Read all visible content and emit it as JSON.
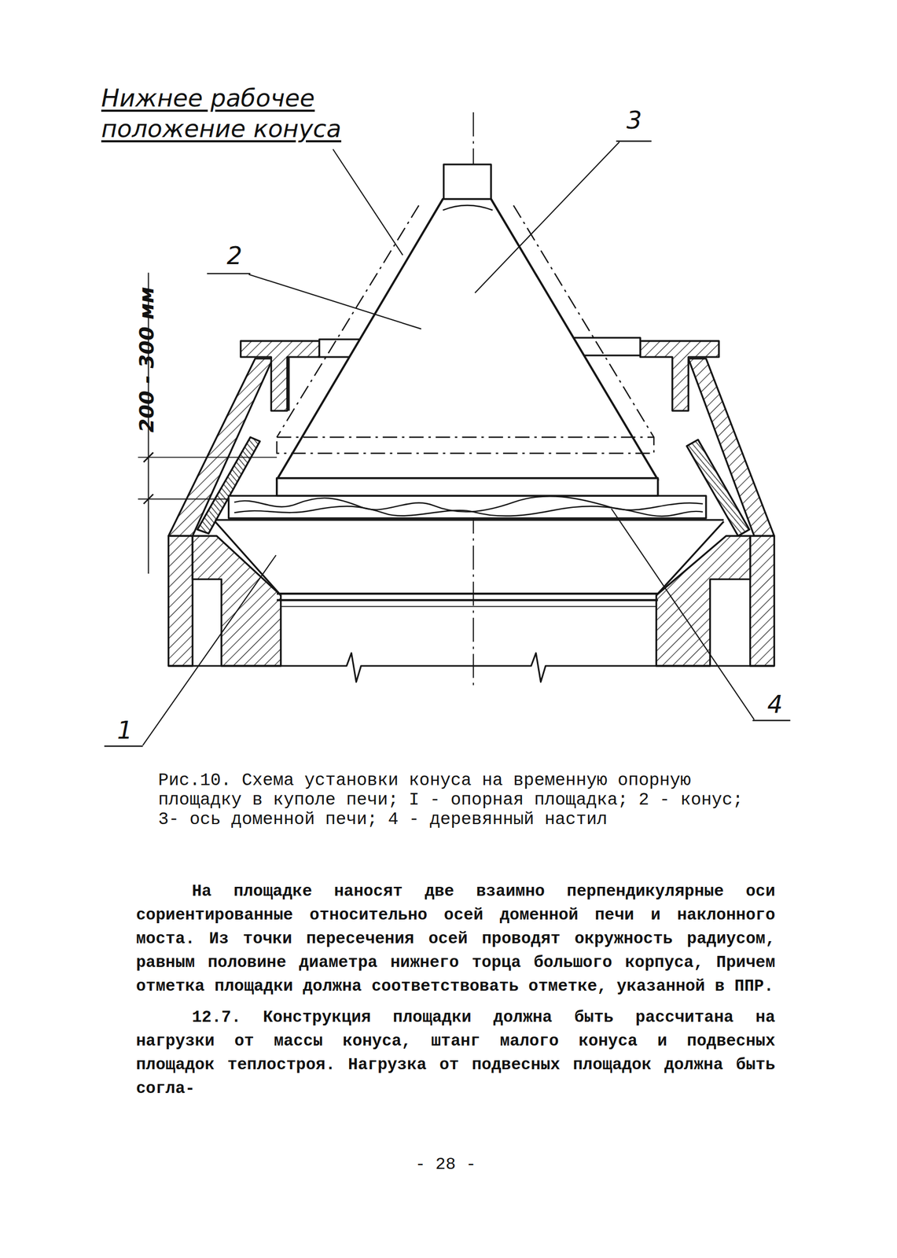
{
  "diagram": {
    "caption": "Рис.10. Схема установки конуса на временную опорную площадку в куполе печи; I - опорная площадка; 2 - конус; 3- ось доменной печи; 4 - деревянный настил",
    "labels": [
      "Нижнее рабочее положение конуса",
      "3",
      "2",
      "200 - 300 мм",
      "1",
      "4",
      "На площадке наносят две взаимно перпендикулярные оси сориентированные относительно осей доменной печи и наклонного моста. Из точки пересечения осей проводят окружность радиусом, равным половине диаметра нижнего торца большого корпуса, Причем отметка площадки должна соответствовать отметке, указанной в ППР.",
      "12.7. Конструкция площадки должна быть рассчитана на нагрузки от массы конуса, штанг малого конуса и подвесных площадок теплостроя. Нагрузка от подвесных площадок должна быть согла-",
      "- 28 -"
    ]
  }
}
